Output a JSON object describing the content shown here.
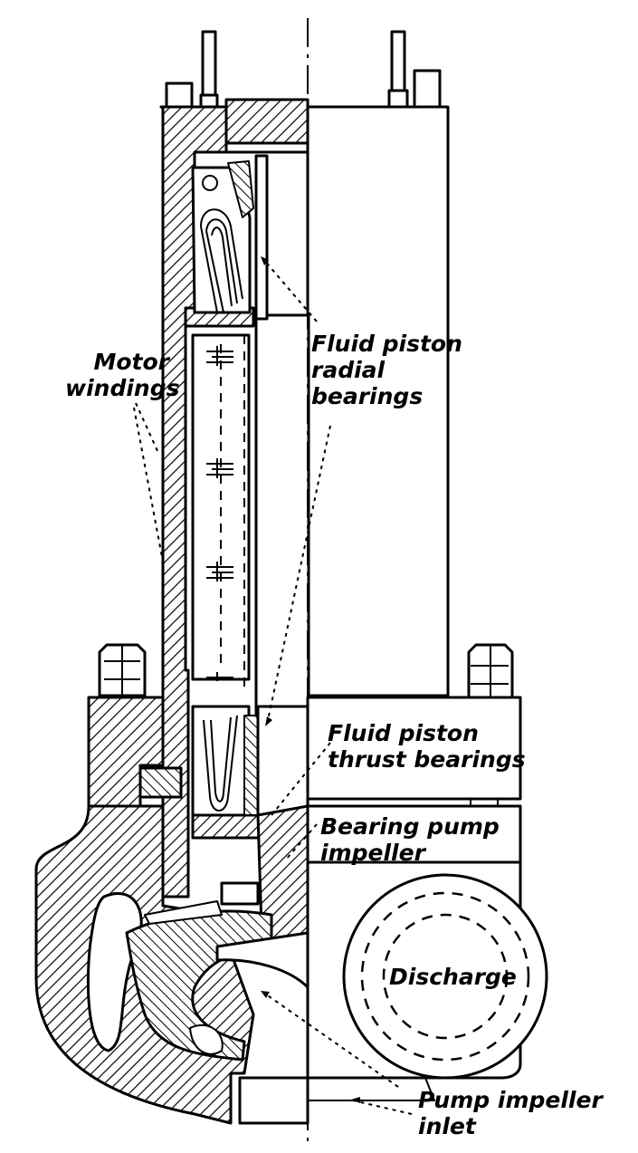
{
  "diagram": {
    "labels": {
      "motor_windings": [
        "Motor",
        "windings"
      ],
      "radial_bearings": [
        "Fluid piston",
        "radial",
        "bearings"
      ],
      "thrust_bearings": [
        "Fluid piston",
        "thrust bearings"
      ],
      "bearing_pump": [
        "Bearing pump",
        "impeller"
      ],
      "discharge": "Discharge",
      "inlet": [
        "Pump impeller",
        "inlet"
      ]
    },
    "colors": {
      "ink": "#000000",
      "paper": "#ffffff"
    }
  }
}
